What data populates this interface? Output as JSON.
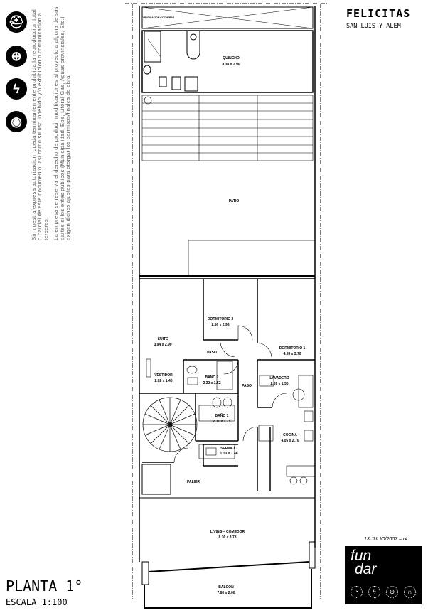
{
  "header": {
    "title": "FELICITAS",
    "subtitle": "SAN LUIS Y ALEM"
  },
  "footer": {
    "plan_title": "PLANTA 1°",
    "scale": "ESCALA 1:100",
    "date": "13 JULIO/2007 – r4"
  },
  "brand": {
    "line1": "fun",
    "line2": "dar"
  },
  "legal": {
    "paragraph1": "Sin nuestra expresa autorizacion, queda terminantemente prohibida la reproduccion total o parcial de este documento, asi como su uso indebido y/o exhibicion o comunicacion a terceros.",
    "paragraph2": "La empresa se reserva el derecho de producir modificaciones al proyecto a alguna de sus partes si los entes públicos (Municipalidad, Epe, Litoral Gas, Aguas provinciales, Etc.) exigen dichos ajustes para otorgar los permisos/finales de obra."
  },
  "logos": [
    "helmet-icon",
    "crosshair-icon",
    "lightning-icon",
    "eye-icon"
  ],
  "rooms": {
    "ventilacion": {
      "name": "VENTILACION COCHERAS"
    },
    "quincho": {
      "name": "QUINCHO",
      "size": "8.30 x 2.90"
    },
    "patio": {
      "name": "PATIO"
    },
    "dormitorio2": {
      "name": "DORMITORIO 2",
      "size": "2.56 x 2.98"
    },
    "suite": {
      "name": "SUITE",
      "size": "3.94 x 2.90"
    },
    "paso1": {
      "name": "PASO"
    },
    "dormitorio1": {
      "name": "DORMITORIO 1",
      "size": "4.53 x 3.70"
    },
    "vestidor": {
      "name": "VESTIDOR",
      "size": "2.02 x 1.40"
    },
    "bano2": {
      "name": "BAÑO 2",
      "size": "2.32 x 1.52"
    },
    "paso2": {
      "name": "PASO"
    },
    "lavadero": {
      "name": "LAVADERO",
      "size": "2.09 x 1.30"
    },
    "bano1": {
      "name": "BAÑO 1",
      "size": "2.11 x 1.75"
    },
    "cocina": {
      "name": "COCINA",
      "size": "4.05 x 2.70"
    },
    "servicio": {
      "name": "SERVICIO",
      "size": "1.10 x 1.48"
    },
    "palier": {
      "name": "PALIER"
    },
    "living": {
      "name": "LIVING – COMEDOR",
      "size": "8.36 x 3.78"
    },
    "balcon": {
      "name": "BALCON",
      "size": "7.80 x 2.00"
    }
  }
}
